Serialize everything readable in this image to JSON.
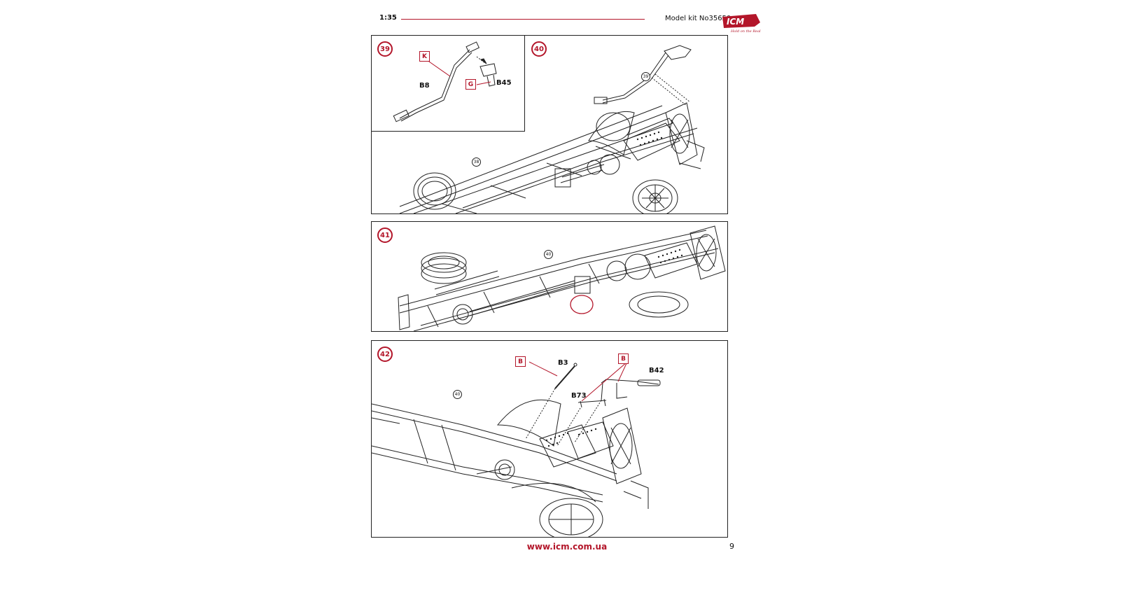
{
  "header": {
    "scale": "1:35",
    "model": "Model kit No35650",
    "logo_text": "ICM",
    "logo_tagline": "Hold on the Real",
    "accent": "#b3162a"
  },
  "steps": [
    {
      "id": "39",
      "parts": [
        "B8",
        "B45"
      ],
      "sprues": [
        "K",
        "G"
      ]
    },
    {
      "id": "40",
      "refs": [
        "39",
        "38"
      ]
    },
    {
      "id": "41",
      "refs": [
        "40"
      ]
    },
    {
      "id": "42",
      "parts": [
        "B3",
        "B42",
        "B73"
      ],
      "sprues": [
        "B",
        "B"
      ],
      "refs": [
        "40"
      ]
    }
  ],
  "footer": {
    "url": "www.icm.com.ua",
    "page_number": "9"
  }
}
